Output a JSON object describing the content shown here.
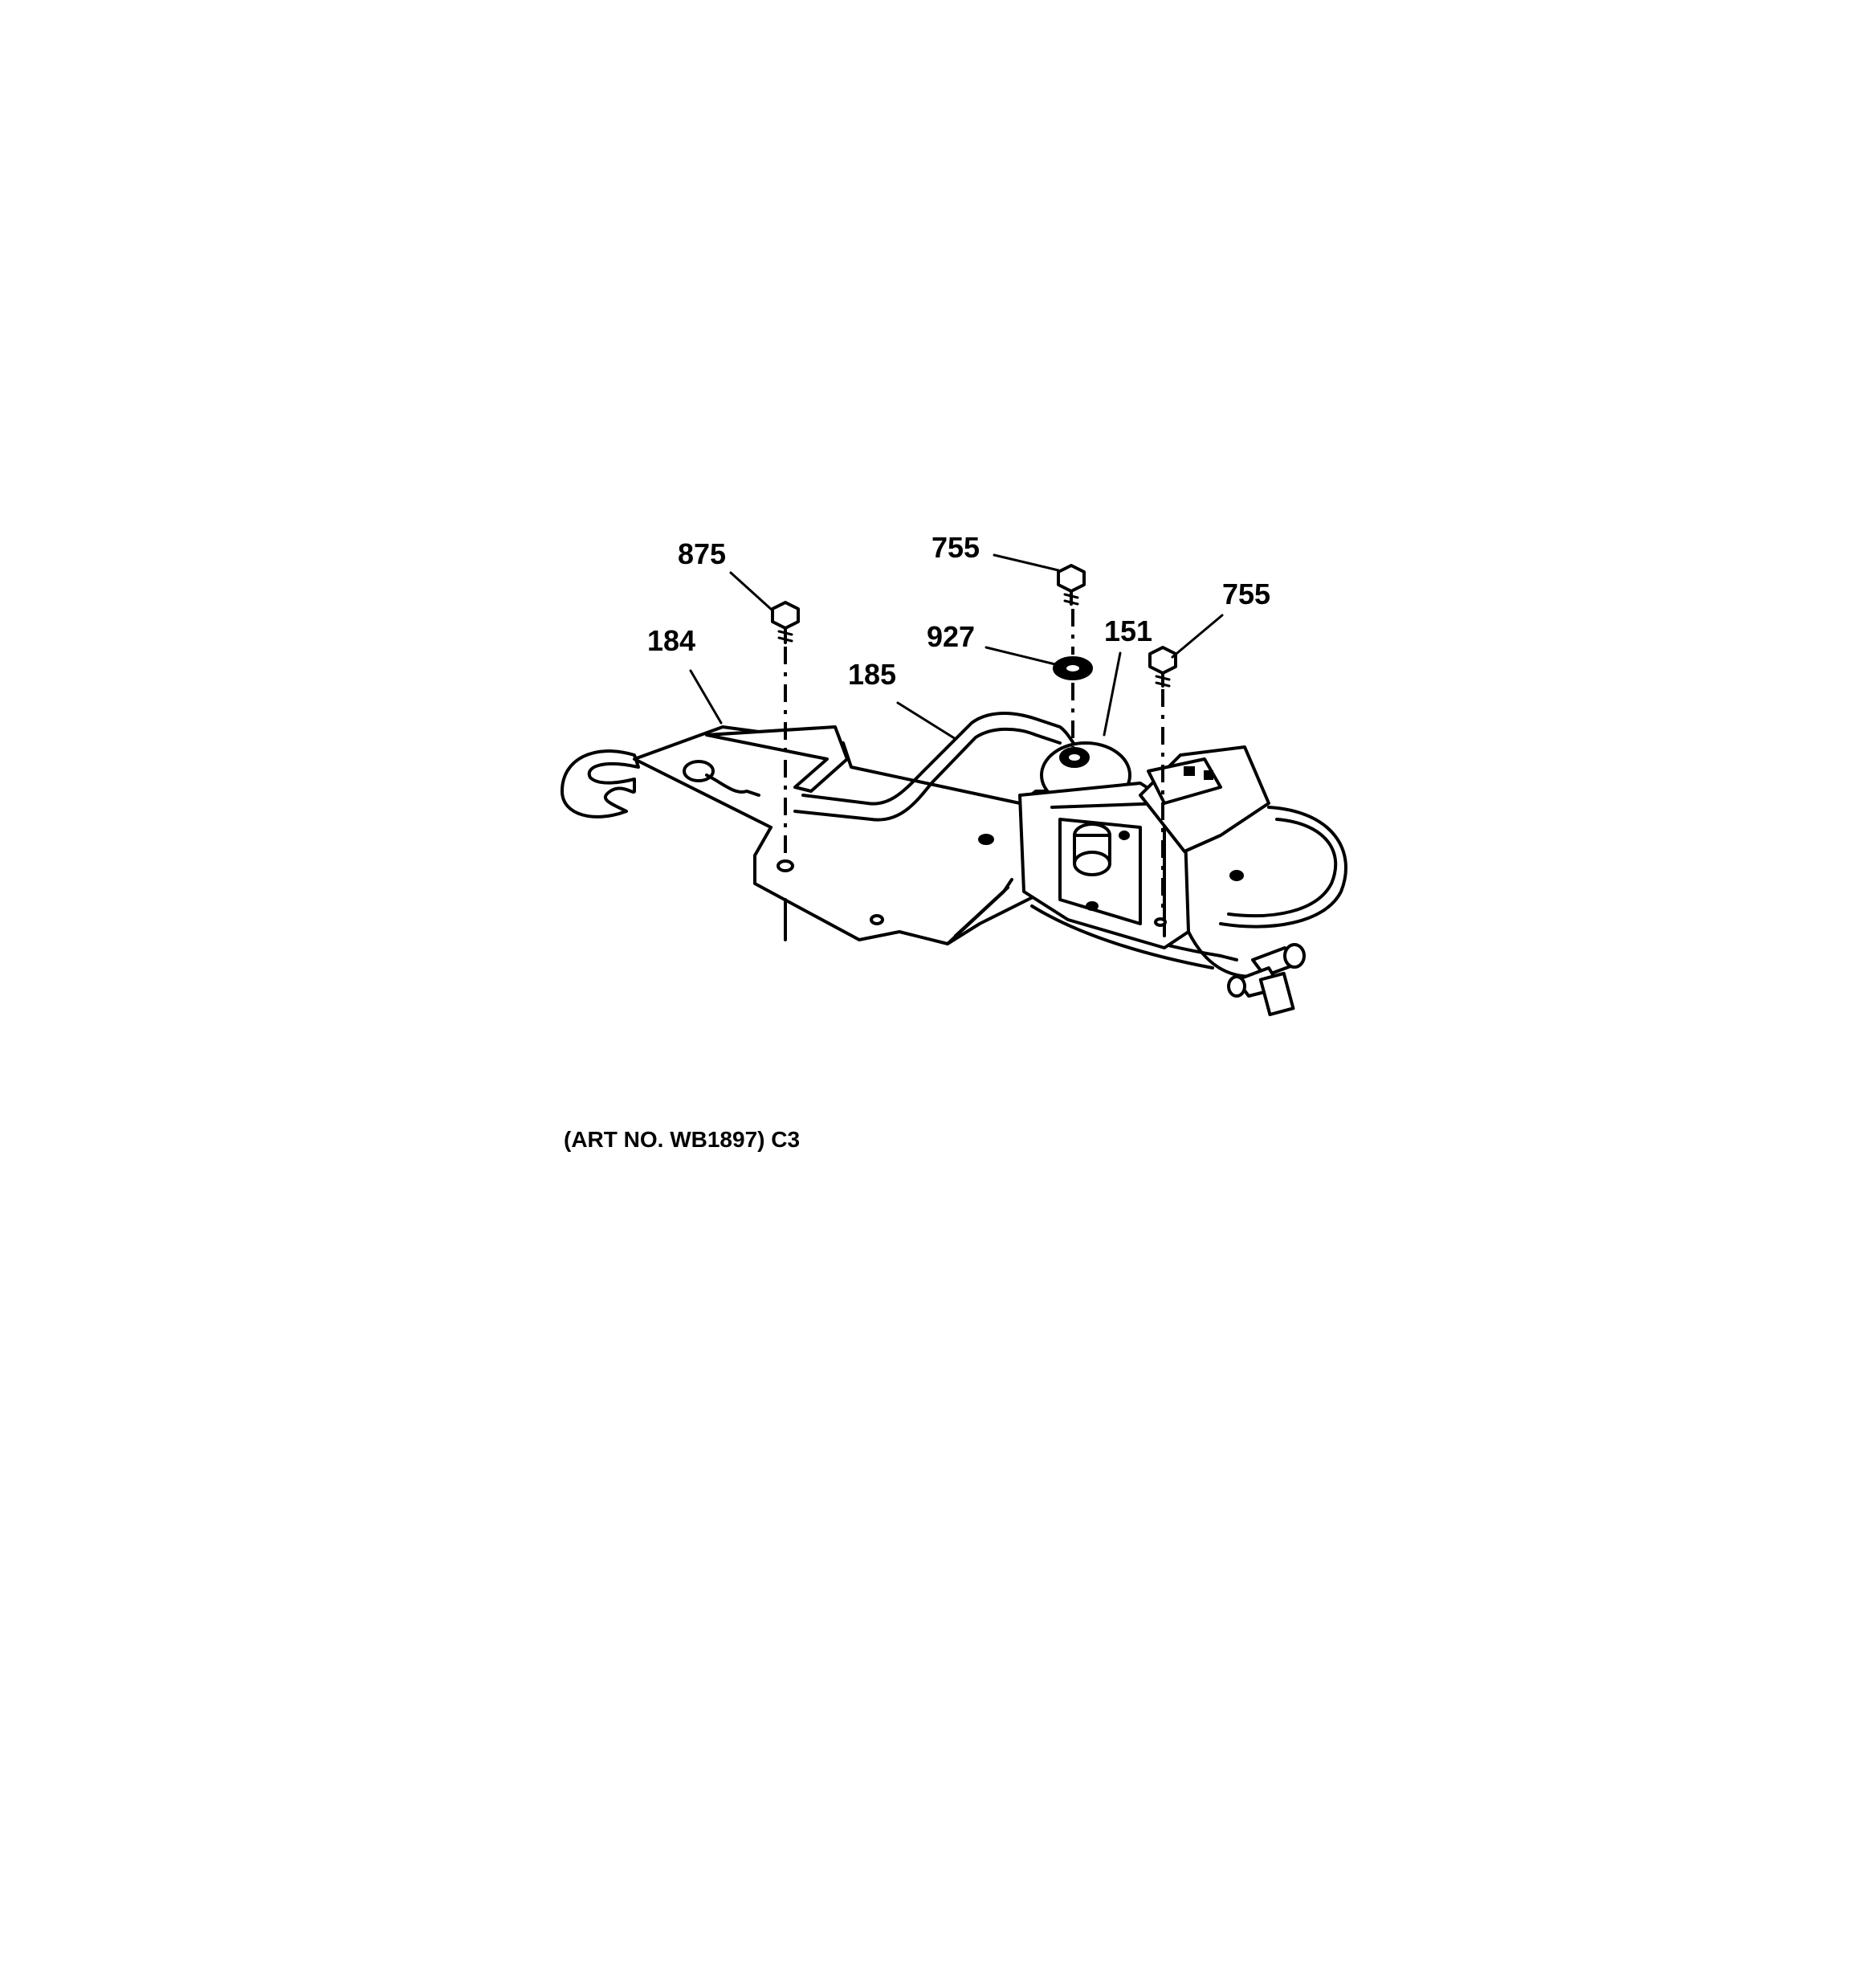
{
  "callouts": {
    "c875": "875",
    "c755a": "755",
    "c755b": "755",
    "c184": "184",
    "c927": "927",
    "c151": "151",
    "c185": "185"
  },
  "caption": "(ART NO. WB1897) C3",
  "colors": {
    "ink": "#000000",
    "background": "#ffffff"
  }
}
